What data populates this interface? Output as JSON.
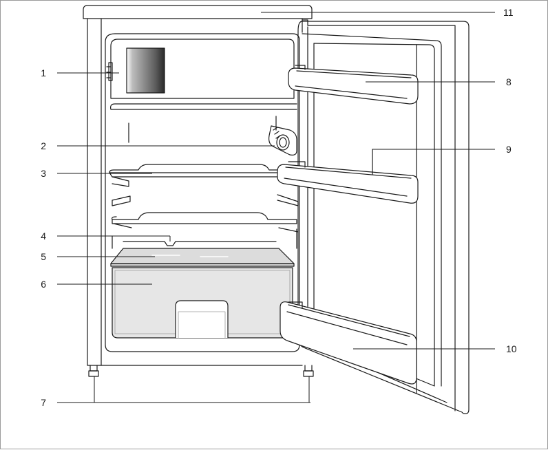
{
  "diagram": {
    "callouts": {
      "c1": "1",
      "c2": "2",
      "c3": "3",
      "c4": "4",
      "c5": "5",
      "c6": "6",
      "c7": "7",
      "c8": "8",
      "c9": "9",
      "c10": "10",
      "c11": "11"
    }
  },
  "colors": {
    "line": "#1a1a1a",
    "crisper": "#e6e6e6",
    "glass": "#dcdcdc"
  }
}
